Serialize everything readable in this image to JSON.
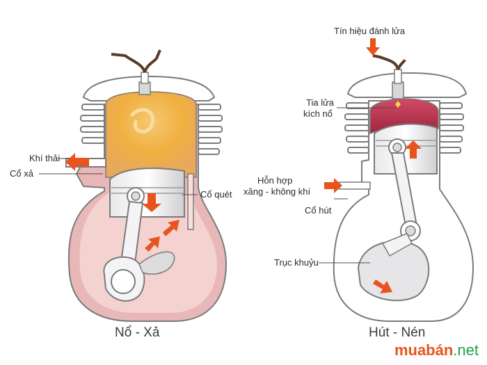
{
  "engine_left": {
    "caption": "Nổ - Xả",
    "labels": {
      "exhaust_gas": "Khí thải",
      "exhaust_port": "Cổ xả",
      "scavenge_port": "Cổ quét"
    }
  },
  "engine_right": {
    "caption": "Hút - Nén",
    "labels": {
      "ignition_signal": "Tín hiệu đánh lửa",
      "spark_line1": "Tia lửa",
      "spark_line2": "kích nổ",
      "mixture_line1": "Hỗn  hợp",
      "mixture_line2": "xăng - không khí",
      "intake_port": "Cổ hút",
      "crankshaft": "Trục khuỷu"
    }
  },
  "watermark": {
    "main": "muabán",
    "suffix": ".net"
  },
  "colors": {
    "outline": "#7a7a7a",
    "hot_gas": "#f0b040",
    "crankcase": "#e8b8b8",
    "arrow": "#e8531e",
    "compressed": "#b5304a",
    "watermark_main": "#e8531e",
    "watermark_suffix": "#1fa24a"
  }
}
